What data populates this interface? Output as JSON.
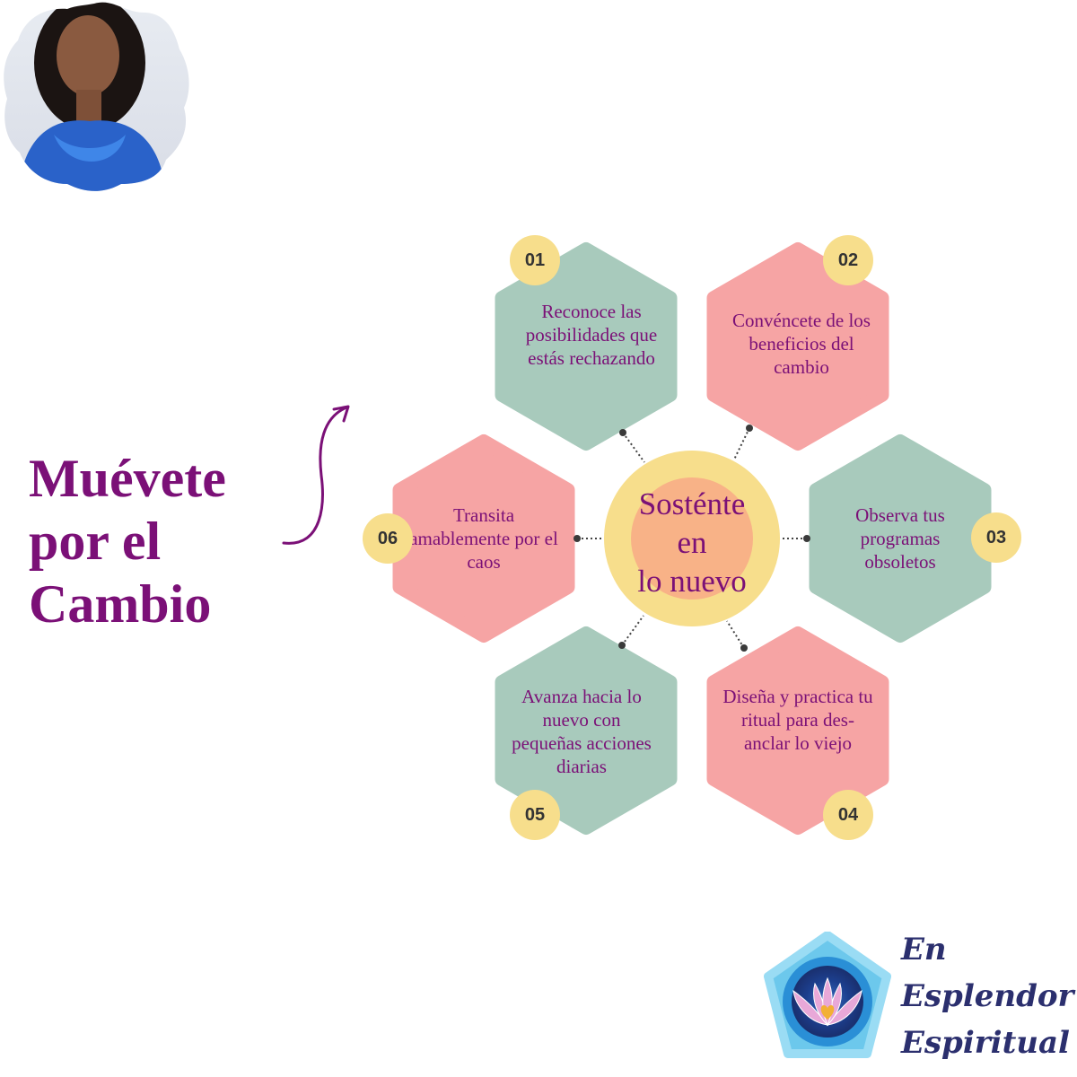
{
  "title": {
    "line1": "Muévete",
    "line2": "por el",
    "line3": "Cambio"
  },
  "center": {
    "line1": "Sosténte",
    "line2": "en",
    "line3": "lo nuevo"
  },
  "steps": [
    {
      "number": "01",
      "text": "Reconoce las posibilidades que estás rechazando",
      "color": "#a8cabc"
    },
    {
      "number": "02",
      "text": "Convéncete de los beneficios del cambio",
      "color": "#f6a4a4"
    },
    {
      "number": "03",
      "text": "Observa tus programas obsoletos",
      "color": "#a8cabc"
    },
    {
      "number": "04",
      "text": "Diseña y practica tu ritual para des-anclar lo viejo",
      "color": "#f6a4a4"
    },
    {
      "number": "05",
      "text": "Avanza hacia lo nuevo con pequeñas acciones diarias",
      "color": "#a8cabc"
    },
    {
      "number": "06",
      "text": "Transita amablemente por el caos",
      "color": "#f6a4a4"
    }
  ],
  "brand": {
    "line1": "En",
    "line2": "Esplendor",
    "line3": "Espiritual"
  },
  "colors": {
    "accent": "#7b1077",
    "badge": "#f7de8c",
    "center_outer": "#f7de8c",
    "center_inner": "#f8b287",
    "brand_text": "#2b2f6e"
  }
}
